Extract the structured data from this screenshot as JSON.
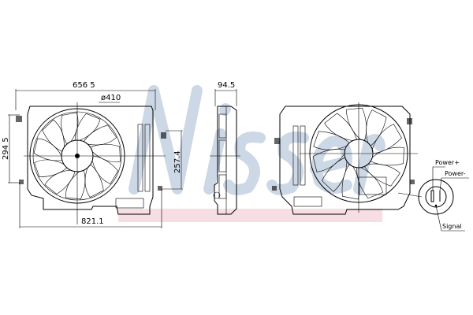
{
  "watermark": {
    "text": "Nissens",
    "color": "#b8c8dc",
    "band_color": "#f4d0d8"
  },
  "front_view": {
    "width_label": "656 5",
    "diameter_label": "ø410",
    "height_label": "294 5",
    "inner_height_label": "257.4",
    "bottom_width_label": "821.1"
  },
  "side_view": {
    "depth_label": "94.5"
  },
  "connector": {
    "power_plus_label": "Power+",
    "power_minus_label": "Power-",
    "signal_label": "Signal"
  },
  "fan_blade_count": 11
}
